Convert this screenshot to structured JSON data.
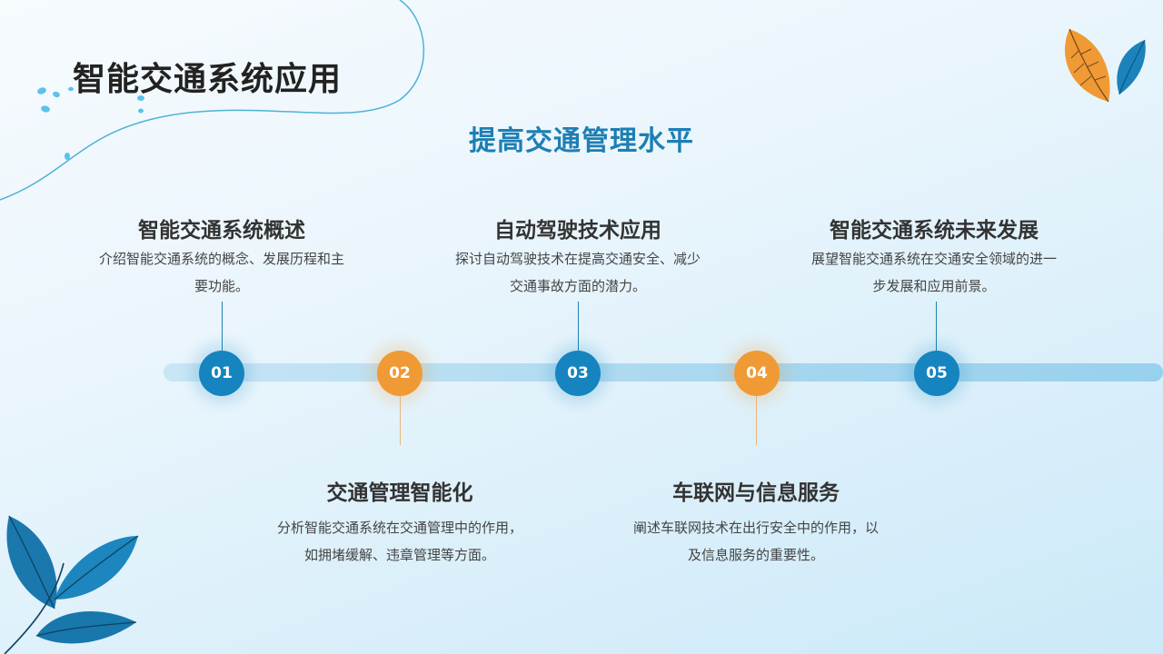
{
  "slide": {
    "title": "智能交通系统应用",
    "subtitle": "提高交通管理水平"
  },
  "timeline": [
    {
      "num": "01",
      "title": "智能交通系统概述",
      "desc_line1": "介绍智能交通系统的概念、发展历程和主",
      "desc_line2": "要功能。",
      "color": "#1584bf"
    },
    {
      "num": "02",
      "title": "交通管理智能化",
      "desc_line1": "分析智能交通系统在交通管理中的作用，",
      "desc_line2": "如拥堵缓解、违章管理等方面。",
      "color": "#f09a35"
    },
    {
      "num": "03",
      "title": "自动驾驶技术应用",
      "desc_line1": "探讨自动驾驶技术在提高交通安全、减少",
      "desc_line2": "交通事故方面的潜力。",
      "color": "#1584bf"
    },
    {
      "num": "04",
      "title": "车联网与信息服务",
      "desc_line1": "阐述车联网技术在出行安全中的作用，以",
      "desc_line2": "及信息服务的重要性。",
      "color": "#f09a35"
    },
    {
      "num": "05",
      "title": "智能交通系统未来发展",
      "desc_line1": "展望智能交通系统在交通安全领域的进一",
      "desc_line2": "步发展和应用前景。",
      "color": "#1584bf"
    }
  ],
  "decor": {
    "leaf_orange": "#f09a35",
    "leaf_blue": "#1b82bb",
    "leaf_dark": "#1a6f9f",
    "curve_color": "#4fb1d6"
  }
}
